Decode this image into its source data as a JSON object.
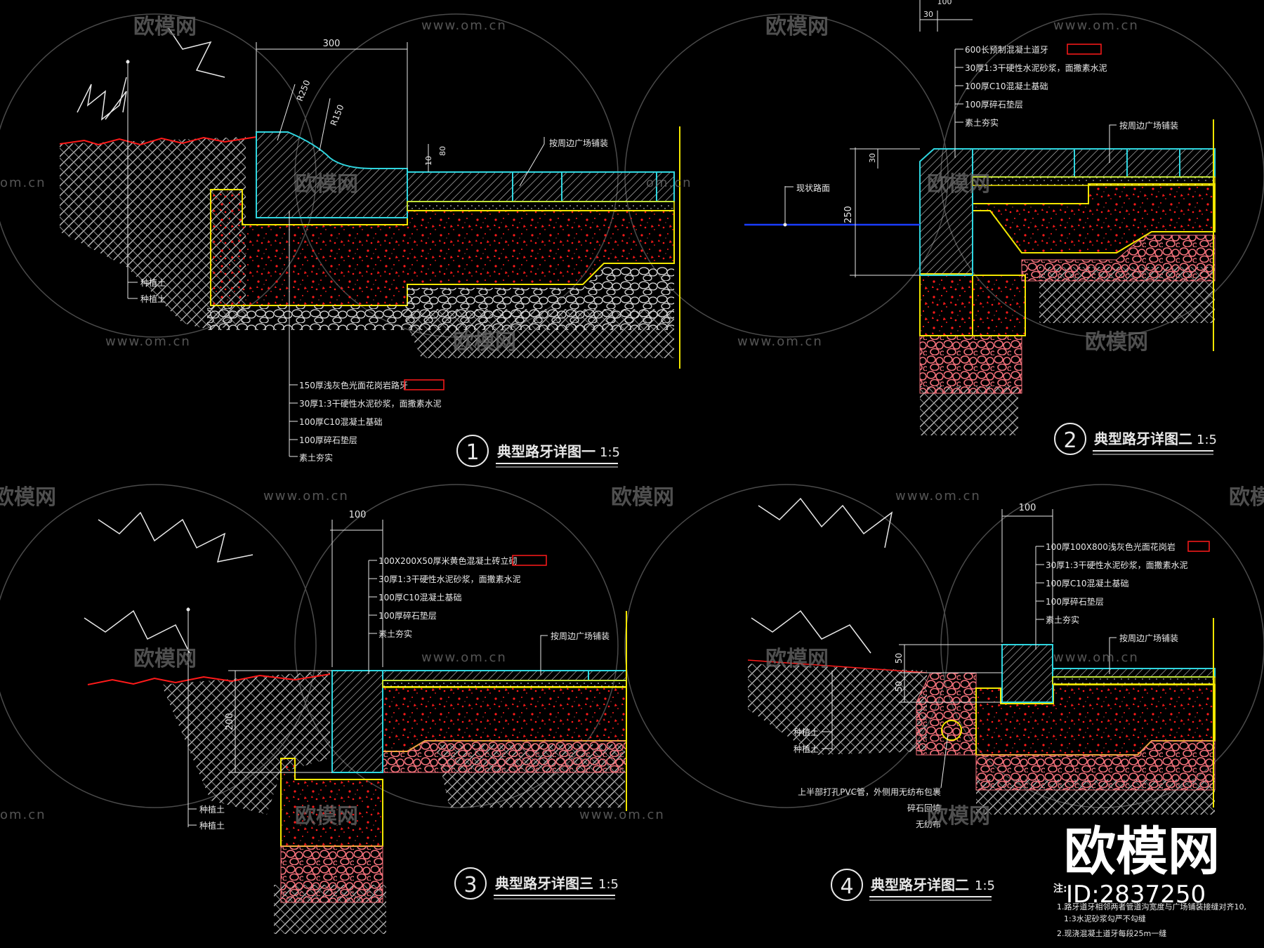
{
  "watermark": {
    "brand": "欧模网",
    "url": "www.om.cn",
    "short_url": "om.cn",
    "id": "ID:2837250"
  },
  "detail1": {
    "title": "典型路牙详图一",
    "scale": "1:5",
    "number": "1",
    "dim_width": "300",
    "dim_r1": "R250",
    "dim_r2": "R150",
    "dim_top": "10",
    "dim_top2": "80",
    "label_plaza": "按周边广场铺装",
    "label_soil1": "种植土",
    "label_soil2": "种植土",
    "layers": [
      "150厚浅灰色光面花岗岩路牙",
      "30厚1:3干硬性水泥砂浆，面撒素水泥",
      "100厚C10混凝土基础",
      "100厚碎石垫层",
      "素土夯实"
    ]
  },
  "detail2": {
    "title": "典型路牙详图二",
    "scale": "1:5",
    "number": "2",
    "dim_top": "30",
    "dim_top2": "100",
    "dim_small": "30",
    "dim_height": "250",
    "label_road": "现状路面",
    "label_plaza": "按周边广场铺装",
    "layers": [
      "600长预制混凝土道牙",
      "30厚1:3干硬性水泥砂浆，面撒素水泥",
      "100厚C10混凝土基础",
      "100厚碎石垫层",
      "素土夯实"
    ]
  },
  "detail3": {
    "title": "典型路牙详图三",
    "scale": "1:5",
    "number": "3",
    "dim_width": "100",
    "dim_height": "200",
    "label_plaza": "按周边广场铺装",
    "label_soil1": "种植土",
    "label_soil2": "种植土",
    "layers": [
      "100X200X50厚米黄色混凝土砖立砌",
      "30厚1:3干硬性水泥砂浆，面撒素水泥",
      "100厚C10混凝土基础",
      "100厚碎石垫层",
      "素土夯实"
    ]
  },
  "detail4": {
    "title": "典型路牙详图二",
    "scale": "1:5",
    "number": "4",
    "dim_width": "100",
    "dim_h1": "50",
    "dim_h2": "50",
    "label_plaza": "按周边广场铺装",
    "label_soil1": "种植土",
    "label_soil2": "种植土",
    "label_pipe": "上半部打孔PVC管，外侧用无纺布包裹",
    "label_gravel": "碎石回填",
    "label_fabric": "无纺布",
    "layers": [
      "100厚100X800浅灰色光面花岗岩",
      "30厚1:3干硬性水泥砂浆，面撒素水泥",
      "100厚C10混凝土基础",
      "100厚碎石垫层",
      "素土夯实"
    ]
  },
  "notes": {
    "heading": "注:",
    "lines": [
      "1.路牙道牙相邻两者管道沟宽度与广场铺装接缝对齐10,",
      "1:3水泥砂浆勾严不勾缝",
      "2.现浇混凝土道牙每段25m一缝"
    ]
  },
  "colors": {
    "background": "#000000",
    "cyan": "#2fd6e0",
    "yellow": "#f2e600",
    "red": "#ff1a1a",
    "pink": "#f2707a",
    "white": "#e8e8e8",
    "gray": "#8a8a8a",
    "blue": "#1a3cff"
  }
}
